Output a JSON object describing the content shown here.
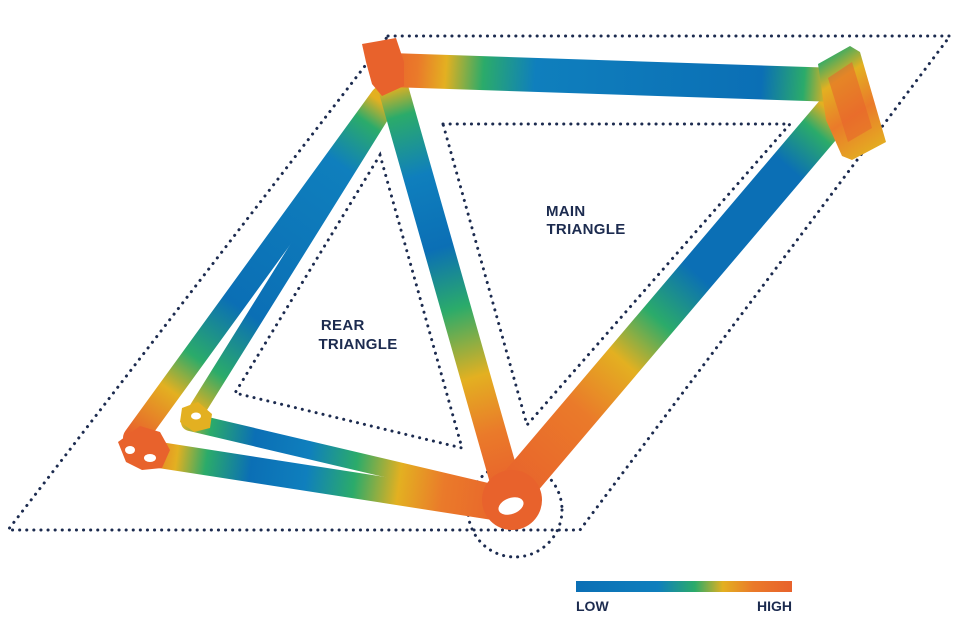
{
  "labels": {
    "rear_triangle": [
      "REAR",
      "TRIANGLE"
    ],
    "main_triangle": [
      "MAIN",
      "TRIANGLE"
    ]
  },
  "legend": {
    "low_label": "LOW",
    "high_label": "HIGH",
    "gradient_stops": [
      "#0b6fb5",
      "#0f7fbd",
      "#2bab6a",
      "#e3b021",
      "#ea7a2a",
      "#e8622c"
    ]
  },
  "colors": {
    "outline_dots": "#1c2b4f",
    "label_text": "#1c2b4f",
    "low": "#0b6fb5",
    "mid_green": "#2bab6a",
    "mid_yellow": "#e3b021",
    "high": "#e8622c"
  }
}
